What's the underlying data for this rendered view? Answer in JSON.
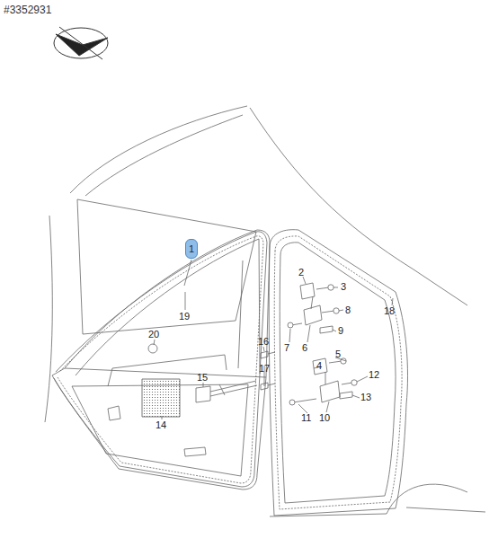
{
  "diagram": {
    "nodes": [
      {
        "text": [
          "1"
        ]
      }
    ],
    "labels": [
      "#3352931",
      "19",
      "20",
      "2",
      "3",
      "8",
      "18",
      "16",
      "7",
      "6",
      "9",
      "5",
      "4",
      "12",
      "17",
      "15",
      "11",
      "10",
      "13",
      "14"
    ]
  }
}
